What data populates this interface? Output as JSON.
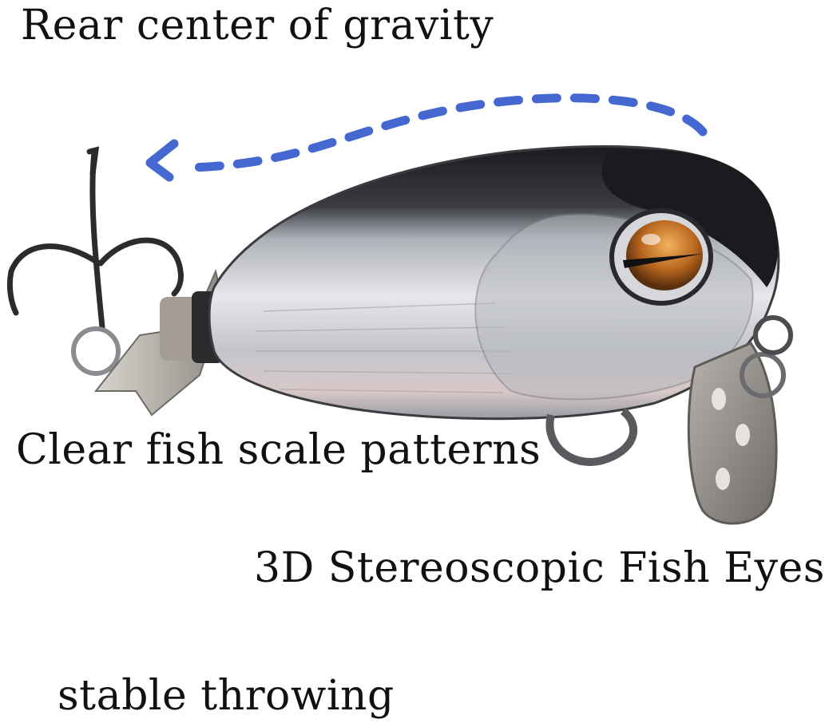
{
  "captions": {
    "rear_center": "Rear center of gravity",
    "scale_patterns": "Clear fish scale patterns",
    "fish_eyes": "3D Stereoscopic Fish Eyes",
    "stable_throwing": "stable throwing"
  },
  "colors": {
    "arrow": "#4468d0",
    "body_silver": "#c9ccd3",
    "back_dark": "#1c1d20",
    "eye_orange": "#c97a2a"
  },
  "icons": {
    "arrow": "dashed-curved-arrow-icon",
    "lure": "fishing-lure-crankbait-image"
  }
}
